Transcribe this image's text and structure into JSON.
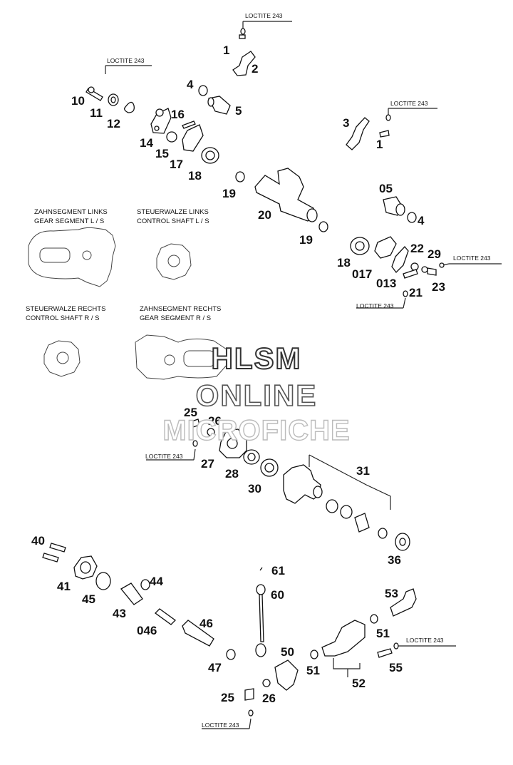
{
  "diagram": {
    "loctite_label": "LOCTITE 243",
    "parts": {
      "p1a": "1",
      "p2": "2",
      "p4a": "4",
      "p5": "5",
      "p10": "10",
      "p11": "11",
      "p12": "12",
      "p16": "16",
      "p14": "14",
      "p15": "15",
      "p17": "17",
      "p18a": "18",
      "p3": "3",
      "p1b": "1",
      "p19a": "19",
      "p20": "20",
      "p19b": "19",
      "p05": "05",
      "p4b": "4",
      "p18b": "18",
      "p017": "017",
      "p22": "22",
      "p29": "29",
      "p013": "013",
      "p21": "21",
      "p23": "23",
      "p25a": "25",
      "p26a": "26",
      "p27": "27",
      "p28": "28",
      "p30": "30",
      "p31": "31",
      "p36": "36",
      "p40": "40",
      "p41": "41",
      "p45": "45",
      "p44": "44",
      "p43": "43",
      "p046": "046",
      "p46": "46",
      "p47": "47",
      "p61": "61",
      "p60": "60",
      "p50": "50",
      "p25b": "25",
      "p26b": "26",
      "p53": "53",
      "p51a": "51",
      "p51b": "51",
      "p52": "52",
      "p55": "55"
    },
    "captions": {
      "gear_segment_ls_de": "ZAHNSEGMENT LINKS",
      "gear_segment_ls_en": "GEAR SEGMENT L / S",
      "control_shaft_ls_de": "STEUERWALZE LINKS",
      "control_shaft_ls_en": "CONTROL SHAFT L / S",
      "control_shaft_rs_de": "STEUERWALZE RECHTS",
      "control_shaft_rs_en": "CONTROL SHAFT R / S",
      "gear_segment_rs_de": "ZAHNSEGMENT RECHTS",
      "gear_segment_rs_en": "GEAR SEGMENT R / S"
    },
    "watermark": {
      "line1": "HLSM",
      "line2": "ONLINE",
      "line3": "MICROFICHE"
    }
  }
}
